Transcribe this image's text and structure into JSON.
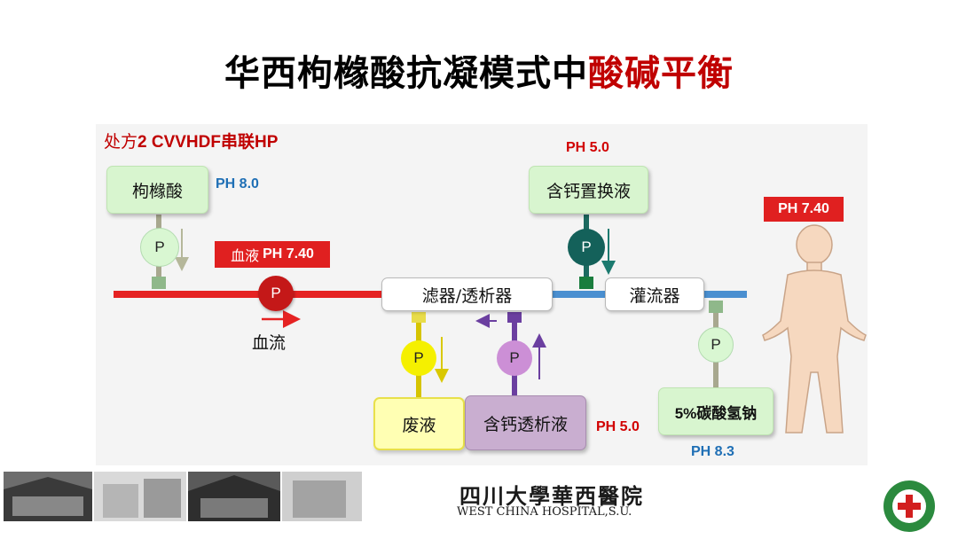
{
  "title": {
    "main": "华西枸橼酸抗凝模式中",
    "highlight": "酸碱平衡"
  },
  "prescription": {
    "label": "处方",
    "mode": "2 CVVHDF串联HP"
  },
  "boxes": {
    "citrate": "枸橼酸",
    "replacement": "含钙置换液",
    "filter": "滤器/透析器",
    "perfusion": "灌流器",
    "waste": "废液",
    "dialysate": "含钙透析液",
    "bicarb": "5%碳酸氢钠"
  },
  "ph": {
    "citrate": "PH 8.0",
    "replacement": "PH 5.0",
    "blood_label": "血液",
    "blood_value": "PH 7.40",
    "patient": "PH 7.40",
    "dialysate": "PH 5.0",
    "bicarb": "PH 8.3"
  },
  "pump_label": "P",
  "flow_label": "血流",
  "footer": {
    "hospital_cn": "四川大學華西醫院",
    "hospital_en": "WEST CHINA HOSPITAL,S.U."
  },
  "colors": {
    "title_red": "#c00000",
    "blood_line": "#e52222",
    "return_line": "#4a8fd0",
    "pump_green": "#d9f7d2",
    "pump_teal": "#14615a",
    "pump_red": "#c41818",
    "pump_yellow": "#f5f000",
    "pump_purple": "#cc8fd6"
  }
}
